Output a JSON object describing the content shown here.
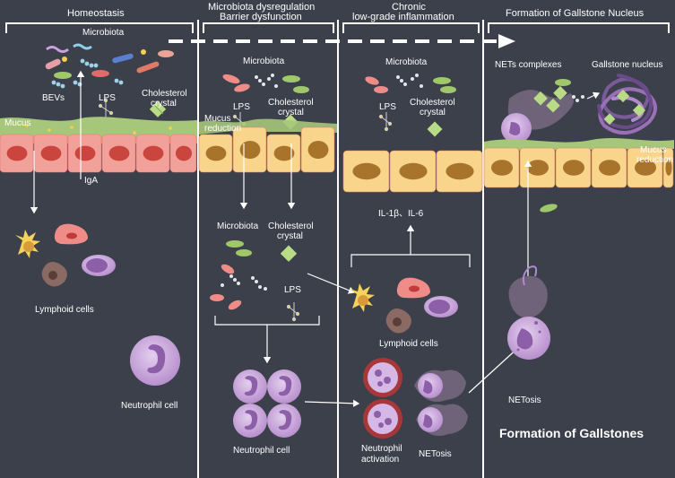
{
  "headers": {
    "p1": "Homeostasis",
    "p2_l1": "Microbiota dysregulation",
    "p2_l2": "Barrier dysfunction",
    "p3_l1": "Chronic",
    "p3_l2": "low-grade inflammation",
    "p4": "Formation of Gallstone Nucleus"
  },
  "panel1": {
    "microbiota": "Microbiota",
    "bevs": "BEVs",
    "lps": "LPS",
    "chol_l1": "Cholesterol",
    "chol_l2": "crystal",
    "mucus": "Mucus",
    "iga": "IgA",
    "lymphoid": "Lymphoid cells",
    "neutrophil": "Neutrophil cell"
  },
  "panel2": {
    "microbiota_top": "Microbiota",
    "lps_top": "LPS",
    "chol_top_l1": "Cholesterol",
    "chol_top_l2": "crystal",
    "mucus_l1": "Mucus",
    "mucus_l2": "reduction",
    "microbiota_low": "Microbiota",
    "chol_low_l1": "Cholesterol",
    "chol_low_l2": "crystal",
    "lps_low": "LPS",
    "neutrophil": "Neutrophil cell"
  },
  "panel3": {
    "microbiota": "Microbiota",
    "lps": "LPS",
    "chol_l1": "Cholesterol",
    "chol_l2": "crystal",
    "cytokines": "IL-1β、IL-6",
    "lymphoid": "Lymphoid cells",
    "neut_act_l1": "Neutrophil",
    "neut_act_l2": "activation",
    "netosis": "NETosis"
  },
  "panel4": {
    "nets_complexes": "NETs complexes",
    "gallstone_nucleus": "Gallstone nucleus",
    "mucus_l1": "Mucus",
    "mucus_l2": "reduction",
    "netosis": "NETosis",
    "formation": "Formation of Gallstones"
  },
  "colors": {
    "background": "#3b404b",
    "epithelium_normal": "#f2a09a",
    "epithelium_dysfunction": "#f8d58a",
    "nucleus_red": "#c9453d",
    "nucleus_brown": "#a8742c",
    "mucus_green": "#a6c77a",
    "neutrophil_purple": "#c9a9d9",
    "nucleus_purple": "#8c5fa8"
  }
}
